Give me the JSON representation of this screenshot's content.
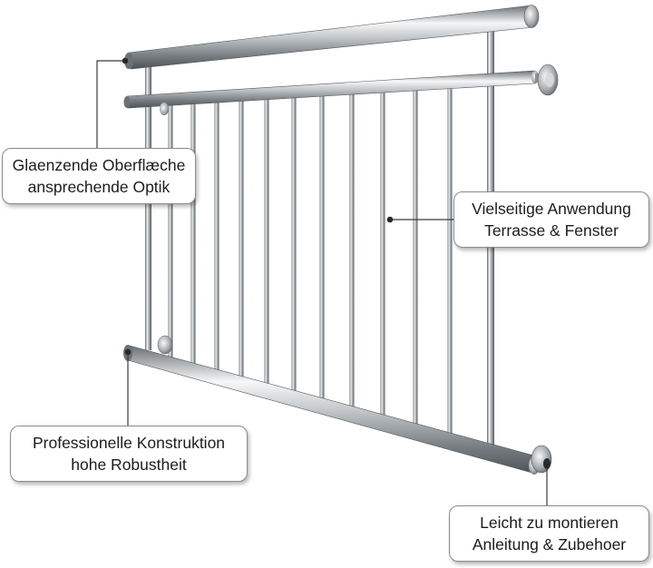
{
  "callouts": {
    "surface": {
      "line1": "Glaenzende Oberflæche",
      "line2": "ansprechende Optik"
    },
    "usage": {
      "line1": "Vielseitige Anwendung",
      "line2": "Terrasse & Fenster"
    },
    "construction": {
      "line1": "Professionelle Konstruktion",
      "line2": "hohe Robustheit"
    },
    "mounting": {
      "line1": "Leicht zu montieren",
      "line2": "Anleitung & Zubehoer"
    }
  },
  "colors": {
    "steel_dark": "#5f6468",
    "steel_mid": "#b9bdc0",
    "steel_light": "#f4f5f6",
    "leader_line": "#3a3a3a",
    "callout_border": "#8c8c8c"
  }
}
